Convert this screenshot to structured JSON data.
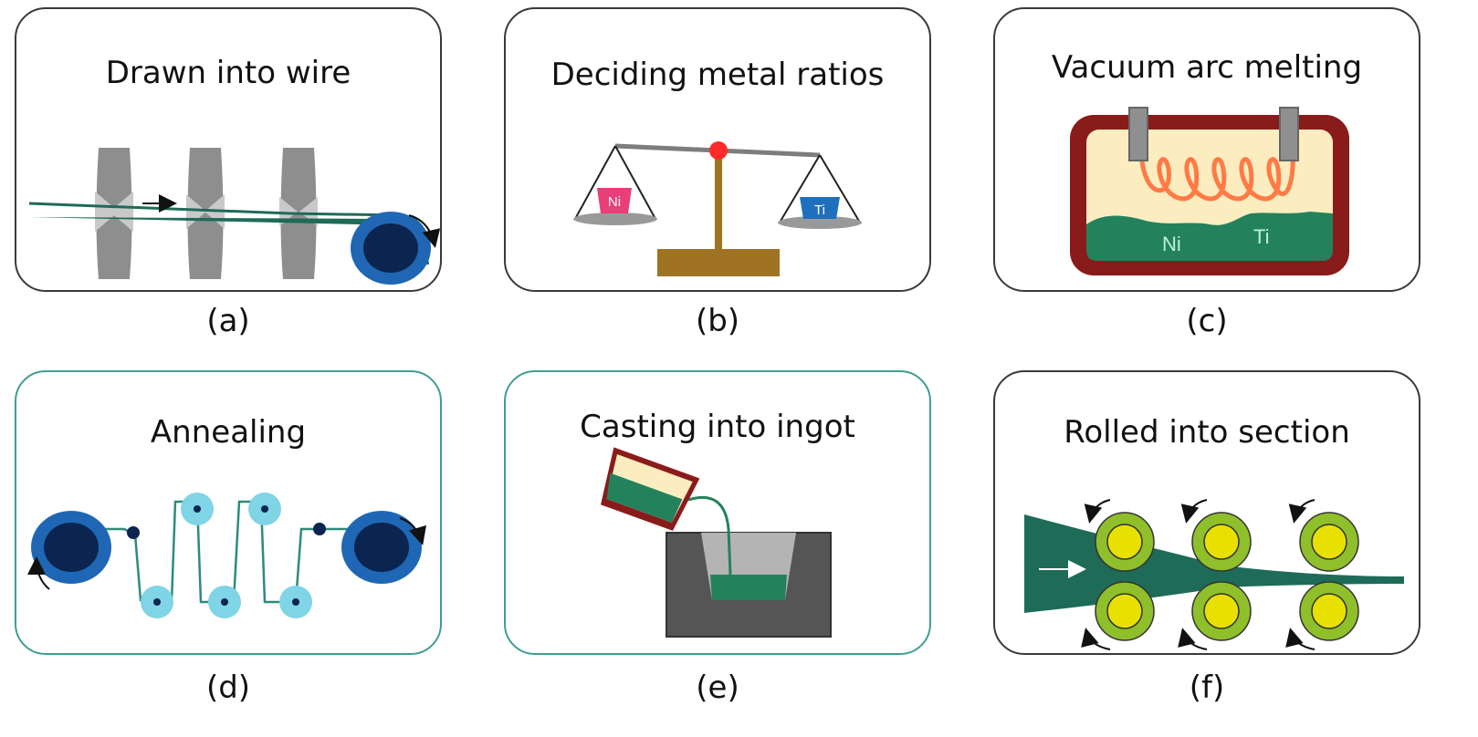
{
  "panels": [
    {
      "title": "Drawn into wire",
      "label": "(a)"
    },
    {
      "title": "Deciding metal ratios",
      "label": "(b)",
      "left_pan": "Ni",
      "right_pan": "Ti"
    },
    {
      "title": "Vacuum arc melting",
      "label": "(c)",
      "metal_left": "Ni",
      "metal_right": "Ti"
    },
    {
      "title": "Annealing",
      "label": "(d)"
    },
    {
      "title": "Casting into ingot",
      "label": "(e)"
    },
    {
      "title": "Rolled into section",
      "label": "(f)"
    }
  ],
  "colors": {
    "wire_green": "#1e6b57",
    "melt_green": "#23825c",
    "spool_blue": "#1f67b4",
    "spool_dark": "#0b2550",
    "die_gray": "#8e8e8e",
    "ni_pink": "#e83e7a",
    "ti_blue": "#1f6fbd",
    "scale_brown": "#a07323",
    "crucible_red": "#8a1b1b",
    "crucible_fill": "#fbedc0",
    "coil_orange": "#ff7a45",
    "roller_light_blue": "#7fd4e6",
    "roller_green": "#8fbf2a",
    "roller_yellow": "#e8e000",
    "mold_gray": "#555555",
    "panel_border": "#3a3a3a",
    "panel_border_teal": "#3f9e93"
  }
}
